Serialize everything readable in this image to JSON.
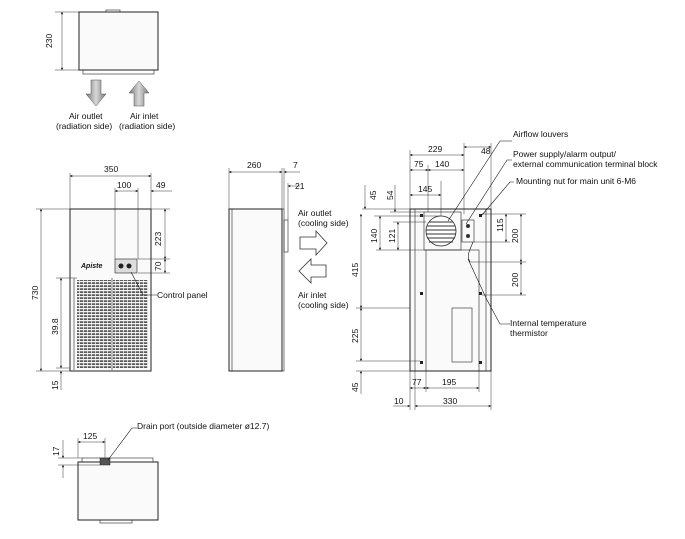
{
  "top_view": {
    "height": "230",
    "outlet_label": "Air outlet",
    "outlet_sub": "(radiation side)",
    "inlet_label": "Air inlet",
    "inlet_sub": "(radiation side)"
  },
  "front_view": {
    "width": "350",
    "d100": "100",
    "d49": "49",
    "d223": "223",
    "d70": "70",
    "height": "730",
    "d398": "39.8",
    "d15": "15",
    "logo": "Apiste",
    "control_panel": "Control panel"
  },
  "side_view": {
    "depth": "260",
    "d7": "7",
    "d21": "21",
    "outlet_label": "Air outlet",
    "outlet_sub": "(cooling side)",
    "inlet_label": "Air inlet",
    "inlet_sub": "(cooling side)"
  },
  "rear_view": {
    "d229": "229",
    "d48": "48",
    "d75": "75",
    "d140": "140",
    "d145": "145",
    "d45a": "45",
    "d54": "54",
    "d140v": "140",
    "d121": "121",
    "d415": "415",
    "d225": "225",
    "d45b": "45",
    "d115": "115",
    "d200a": "200",
    "d200b": "200",
    "d77": "77",
    "d195": "195",
    "d10": "10",
    "d330": "330",
    "airflow_louvers": "Airflow louvers",
    "power_line1": "Power supply/alarm output/",
    "power_line2": "external communication terminal block",
    "mounting_nut": "Mounting nut for main unit 6-M6",
    "thermistor_line1": "Internal temperature",
    "thermistor_line2": "thermistor"
  },
  "bottom_view": {
    "d125": "125",
    "d17": "17",
    "drain_port": "Drain port (outside diameter ø12.7)"
  }
}
